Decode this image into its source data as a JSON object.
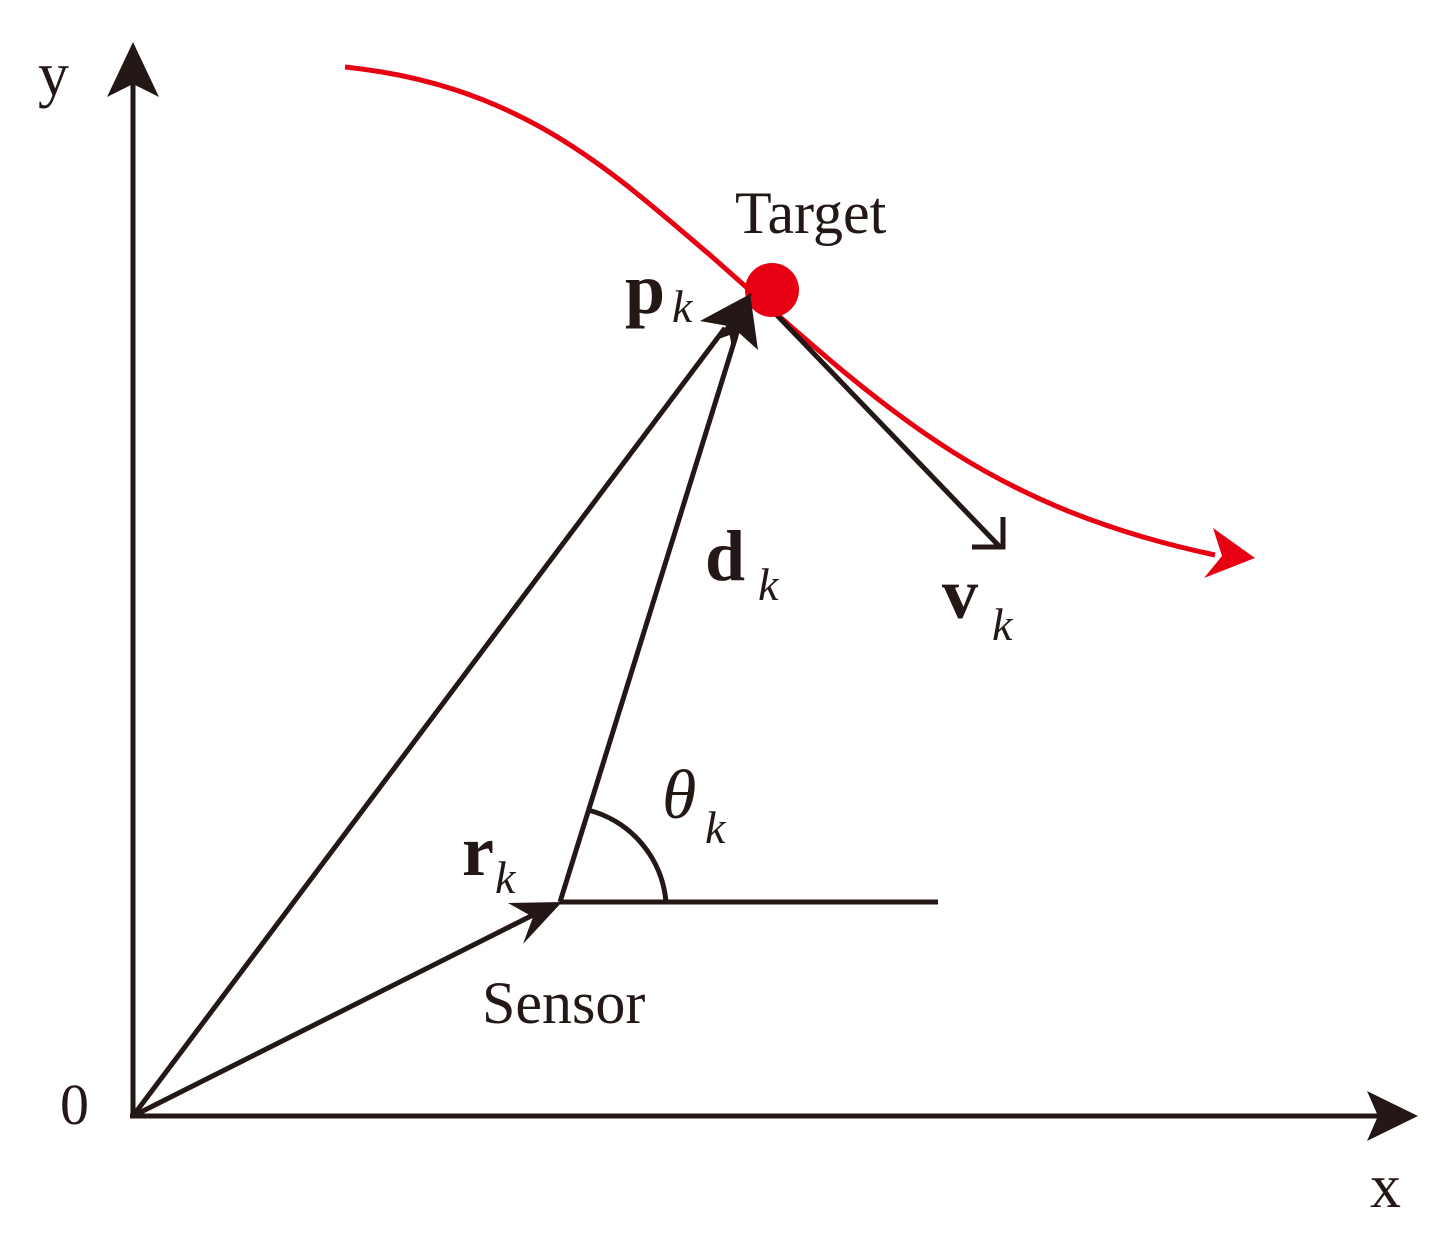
{
  "axes": {
    "x_label": "x",
    "y_label": "y",
    "origin_label": "0"
  },
  "labels": {
    "target": "Target",
    "sensor": "Sensor"
  },
  "vectors": {
    "p": {
      "symbol": "p",
      "subscript": "k"
    },
    "d": {
      "symbol": "d",
      "subscript": "k"
    },
    "v": {
      "symbol": "v",
      "subscript": "k"
    },
    "r": {
      "symbol": "r",
      "subscript": "k"
    }
  },
  "angle": {
    "symbol": "θ",
    "subscript": "k"
  },
  "colors": {
    "ink": "#231815",
    "trajectory": "#e60012",
    "target_point": "#e60012"
  }
}
